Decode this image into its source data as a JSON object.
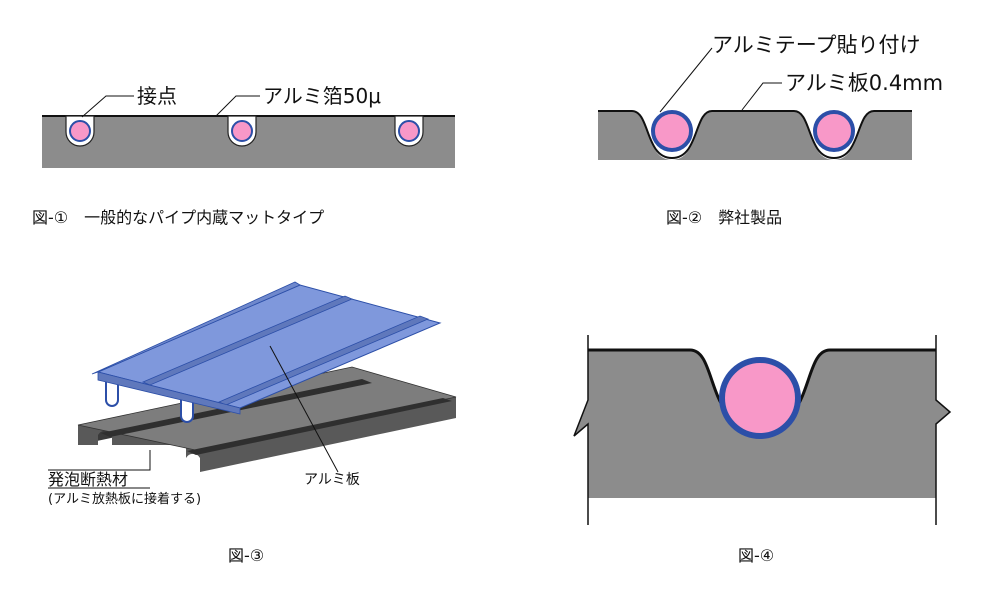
{
  "fig1": {
    "label_contact": "接点",
    "label_foil": "アルミ箔50μ",
    "caption": "図-①　一般的なパイプ内蔵マットタイプ"
  },
  "fig2": {
    "label_tape": "アルミテープ貼り付け",
    "label_plate": "アルミ板0.4mm",
    "caption": "図-②　弊社製品"
  },
  "fig3": {
    "label_foam": "発泡断熱材",
    "label_foam_note": "(アルミ放熱板に接着する)",
    "label_plate": "アルミ板",
    "caption": "図-③"
  },
  "fig4": {
    "caption": "図-④"
  },
  "colors": {
    "foam_gray": "#8c8c8c",
    "pipe_pink": "#f898c8",
    "pipe_blue": "#2c4fa8",
    "plate_blue": "#7f98dc"
  }
}
